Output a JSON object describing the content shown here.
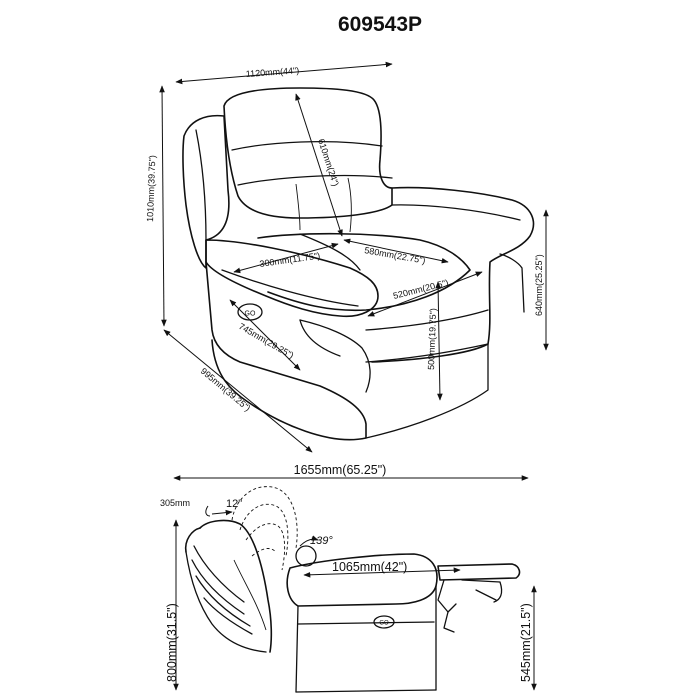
{
  "model_number": "609543P",
  "front_view": {
    "overall_width": "1120mm(44\")",
    "overall_height": "1010mm(39.75\")",
    "overall_depth": "995mm(39.25\")",
    "back_height": "610mm(24\")",
    "arm_width": "300mm(11.75\")",
    "seat_width": "580mm(22.75\")",
    "seat_depth": "520mm(20.5\")",
    "seat_height": "500mm(19.75\")",
    "arm_height": "640mm(25.25\")",
    "arm_length": "745mm(29.25\")",
    "power_button_label": "GO"
  },
  "side_view": {
    "reclined_length": "1655mm(65.25\")",
    "wall_clearance": "305mm",
    "wall_clearance_inches": "12\"",
    "recline_angle": "139°",
    "reclined_depth": "1065mm(42\")",
    "side_height": "800mm(31.5\")",
    "leg_rest_height": "545mm(21.5\")",
    "power_button_label": "GO"
  }
}
